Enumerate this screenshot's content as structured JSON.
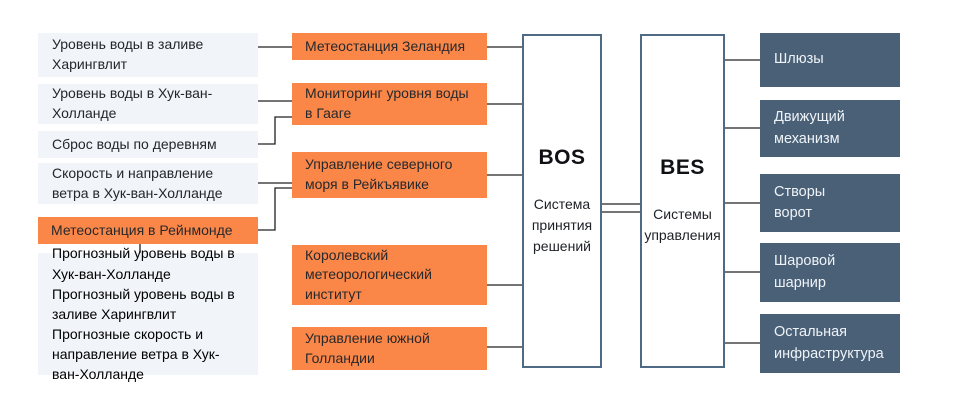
{
  "colors": {
    "orange": "#fa8748",
    "slate": "#4a6076",
    "panel": "#f1f4f8",
    "outline": "#4e6a84",
    "wire": "#212121"
  },
  "diagram": {
    "inputs": [
      {
        "label": "Уровень воды в заливе\nХарингвлит"
      },
      {
        "label": "Уровень воды в Хук-ван-\nХолланде"
      },
      {
        "label": "Сброс воды по деревням"
      },
      {
        "label": "Скорость и направление\nветра в Хук-ван-Холланде"
      },
      {
        "label": "Метеостанция в Рейнмонде"
      }
    ],
    "forecast": {
      "lines": [
        "Прогнозный уровень воды в\nХук-ван-Холланде",
        "Прогнозный уровень воды в\nзаливе Харингвлит",
        "Прогнозные скорость и\nнаправление ветра в Хук-\nван-Холланде"
      ]
    },
    "sources": [
      {
        "label": "Метеостанция Зеландия"
      },
      {
        "label": "Мониторинг уровня воды\nв Гааге"
      },
      {
        "label": "Управление северного\nморя в Рейкъявике"
      },
      {
        "label": "Королевский\nметеорологический\nинститут"
      },
      {
        "label": "Управление южной\nГолландии"
      }
    ],
    "bos": {
      "title": "BOS",
      "subtitle": "Система\nпринятия\nрешений"
    },
    "bes": {
      "title": "BES",
      "subtitle": "Системы\nуправления"
    },
    "outputs": [
      {
        "label": "Шлюзы"
      },
      {
        "label": "Движущий\nмеханизм"
      },
      {
        "label": "Створы\nворот"
      },
      {
        "label": "Шаровой\nшарнир"
      },
      {
        "label": "Остальная\nинфраструктура"
      }
    ]
  }
}
